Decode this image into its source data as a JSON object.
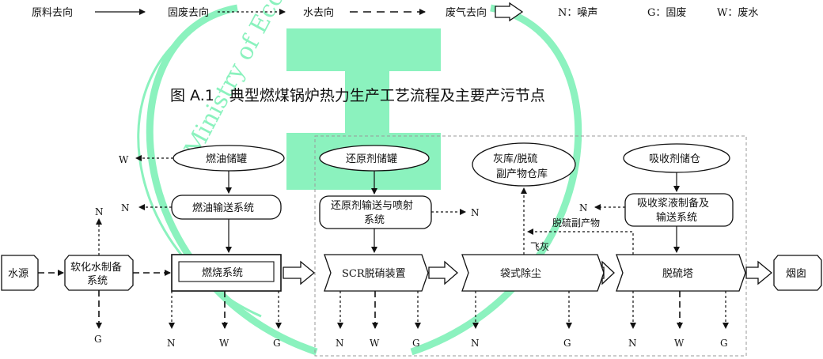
{
  "legend": {
    "raw_material": "原料去向",
    "solid_waste": "固废去向",
    "water": "水去向",
    "exhaust": "废气去向",
    "noise_key": "N：噪声",
    "solid_key": "G：固废",
    "water_key": "W：废水"
  },
  "title": "图 A.1　典型燃煤锅炉热力生产工艺流程及主要产污节点",
  "nodes": {
    "water_source": "水源",
    "softening_1": "软化水制备",
    "softening_2": "系统",
    "combustion": "燃烧系统",
    "oil_tank": "燃油储罐",
    "oil_transfer": "燃油输送系统",
    "reductant_tank": "还原剂储罐",
    "reductant_transfer_1": "还原剂输送与喷射",
    "reductant_transfer_2": "系统",
    "scr": "SCR脱硝装置",
    "bag_filter": "袋式除尘",
    "ash_store_1": "灰库/脱硫",
    "ash_store_2": "副产物仓库",
    "absorbent_silo": "吸收剂储仓",
    "slurry_prep_1": "吸收浆液制备及",
    "slurry_prep_2": "输送系统",
    "desulfurizer": "脱硫塔",
    "chimney": "烟囱"
  },
  "labels": {
    "fly_ash": "飞灰",
    "byproduct": "脱硫副产物",
    "N": "N",
    "W": "W",
    "G": "G"
  },
  "watermark": {
    "ring_text": "Ministry of Ecology",
    "color": "#2ee88a"
  }
}
